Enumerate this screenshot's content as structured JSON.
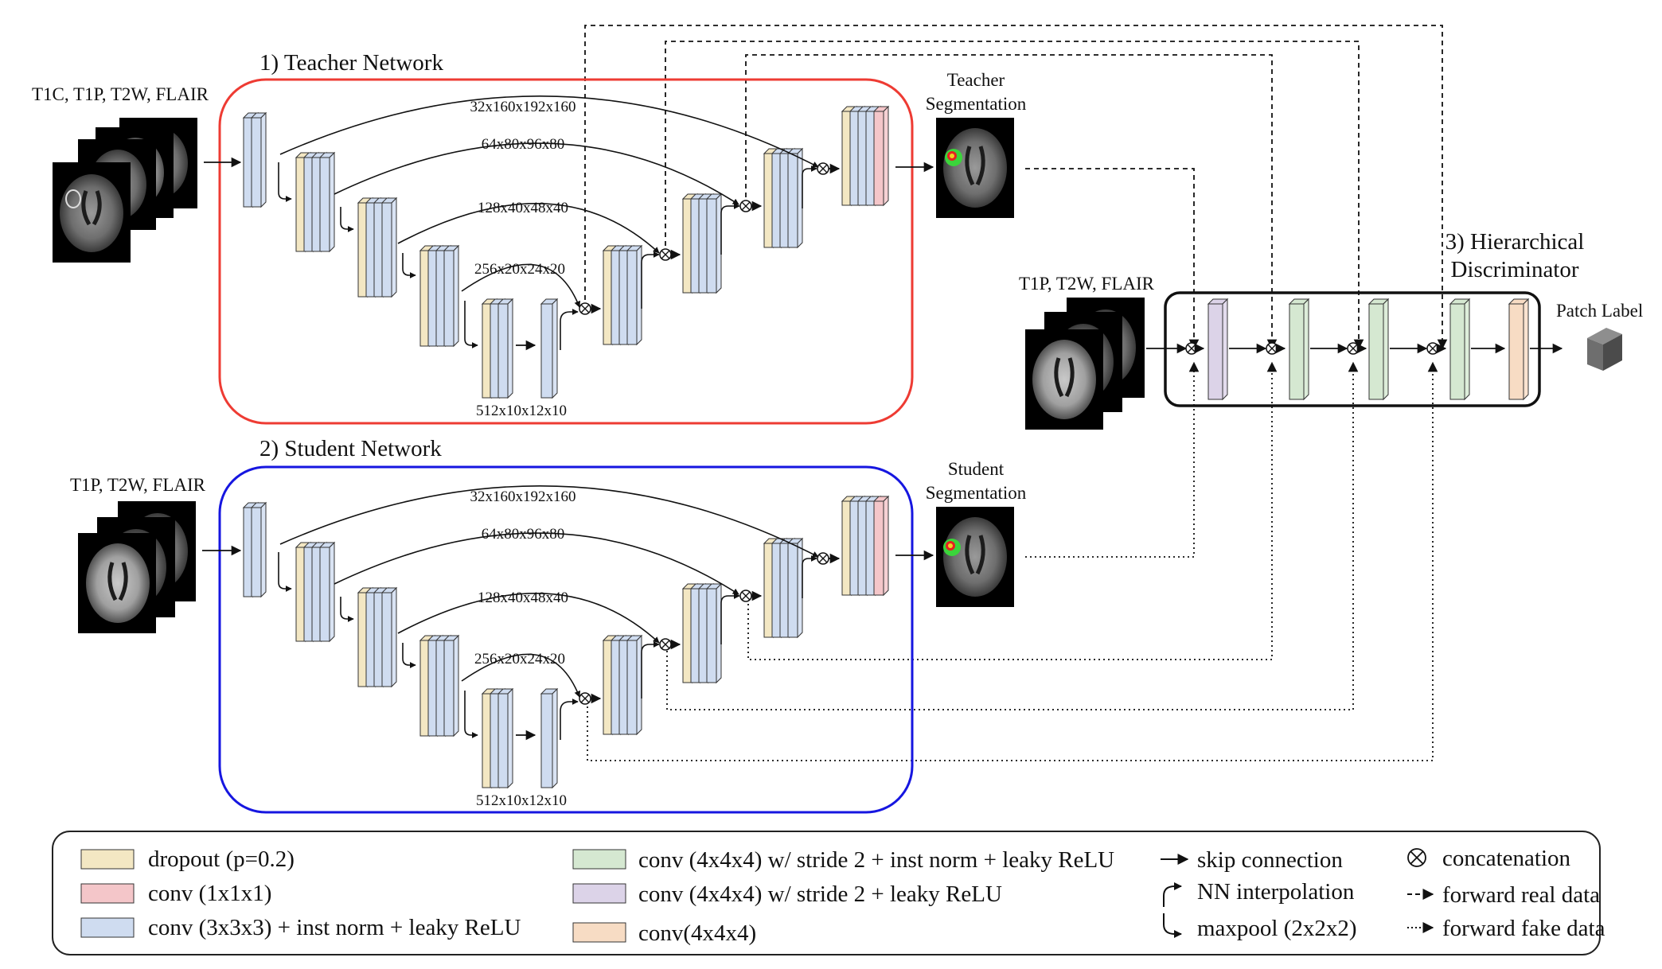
{
  "colors": {
    "dropout": "#F3E7C3",
    "conv1": "#F4C6C9",
    "conv3": "#CFDCF0",
    "conv4_norm": "#D5E8D1",
    "conv4_leaky": "#DCD3E8",
    "conv4": "#F7DCC4",
    "teacher_border": "#EE3B33",
    "student_border": "#1616E0"
  },
  "teacher": {
    "title": "1) Teacher Network",
    "input_label": "T1C, T1P, T2W, FLAIR",
    "seg_label": [
      "Teacher",
      "Segmentation"
    ]
  },
  "student": {
    "title": "2) Student Network",
    "input_label": "T1P, T2W, FLAIR",
    "seg_label": [
      "Student",
      "Segmentation"
    ]
  },
  "dims": [
    "32x160x192x160",
    "64x80x96x80",
    "128x40x48x40",
    "256x20x24x20",
    "512x10x12x10"
  ],
  "discriminator": {
    "title": [
      "3) Hierarchical",
      "Discriminator"
    ],
    "input_label": "T1P, T2W, FLAIR",
    "output_label": "Patch Label",
    "output_icon": "cube-icon"
  },
  "legend": {
    "col1": [
      {
        "key": "dropout",
        "label": "dropout (p=0.2)"
      },
      {
        "key": "conv1",
        "label": "conv (1x1x1)"
      },
      {
        "key": "conv3",
        "label": "conv (3x3x3) + inst norm + leaky ReLU"
      }
    ],
    "col2": [
      {
        "key": "conv4_norm",
        "label": "conv (4x4x4) w/ stride 2 + inst norm + leaky ReLU"
      },
      {
        "key": "conv4_leaky",
        "label": "conv (4x4x4) w/ stride 2 + leaky ReLU"
      },
      {
        "key": "conv4",
        "label": "conv(4x4x4)"
      }
    ],
    "col3": [
      {
        "icon": "skip-arrow-icon",
        "label": "skip connection"
      },
      {
        "icon": "nn-interp-icon",
        "label": "NN interpolation"
      },
      {
        "icon": "maxpool-icon",
        "label": "maxpool (2x2x2)"
      }
    ],
    "col4": [
      {
        "icon": "concat-icon",
        "label": "concatenation"
      },
      {
        "icon": "dashed-arrow-icon",
        "label": "forward real data"
      },
      {
        "icon": "dotted-arrow-icon",
        "label": "forward fake data"
      }
    ]
  }
}
